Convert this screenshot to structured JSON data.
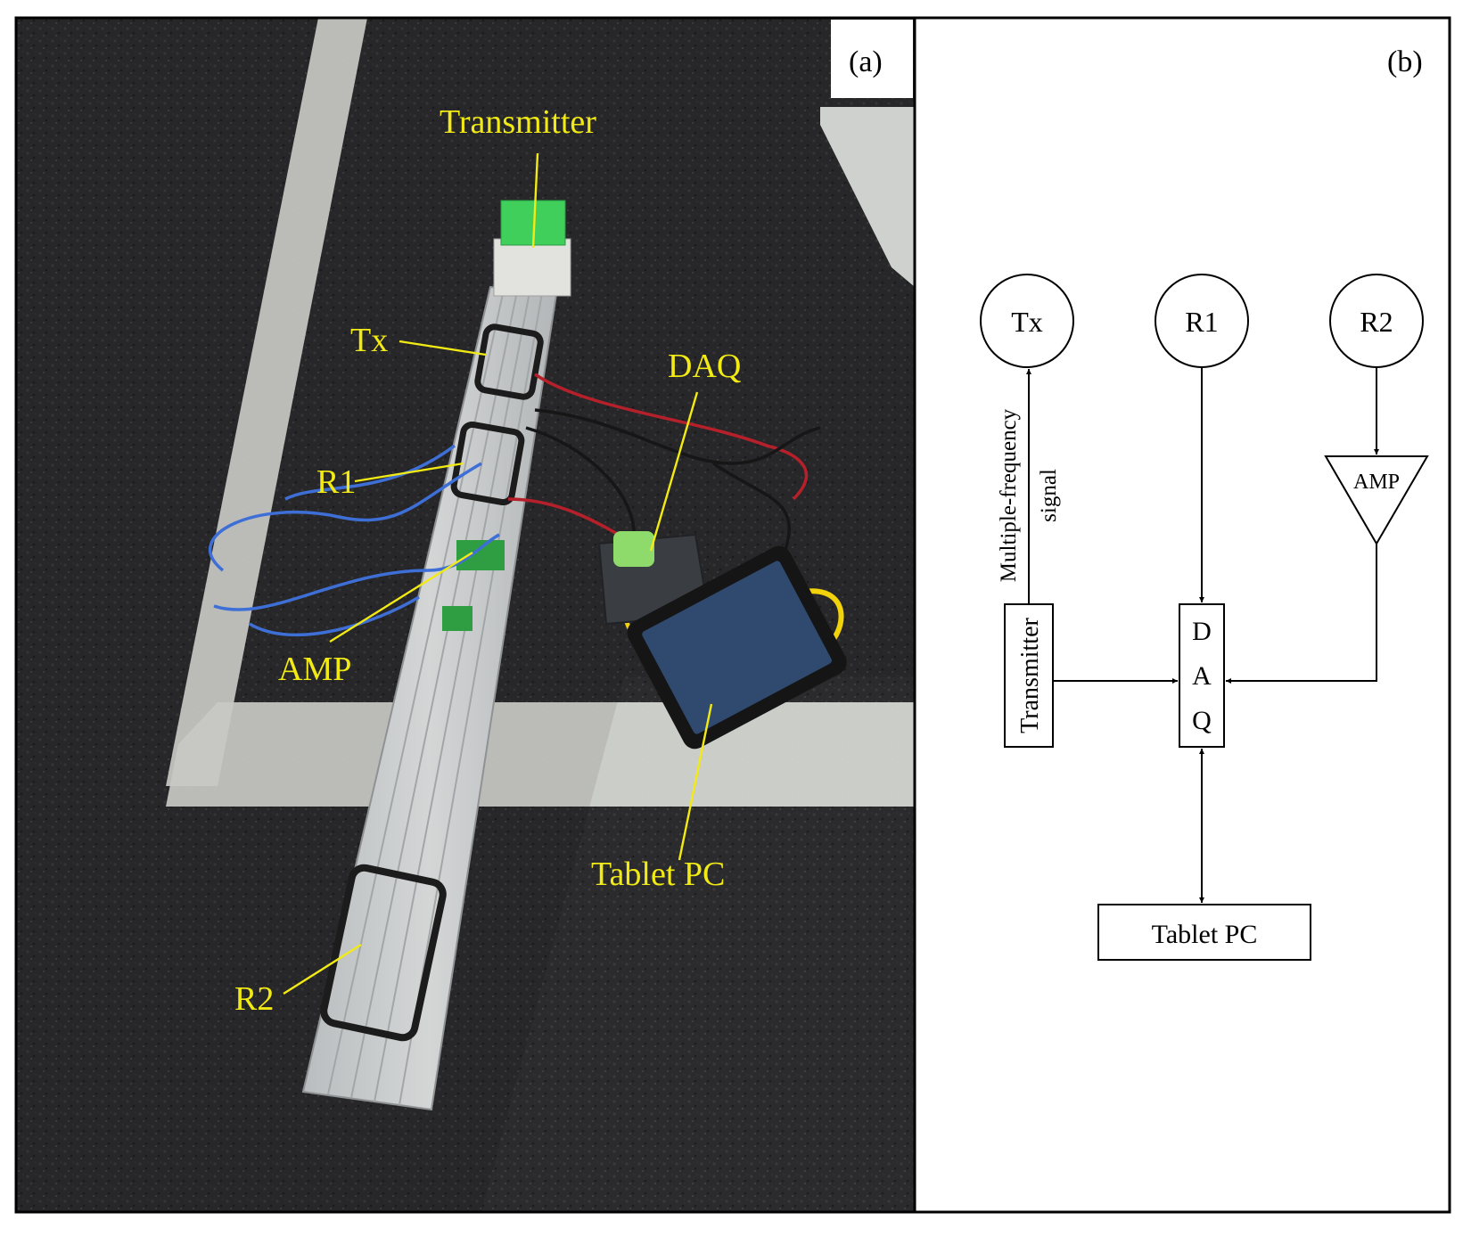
{
  "panels": {
    "a": {
      "label": "(a)",
      "callouts": {
        "transmitter": "Transmitter",
        "tx": "Tx",
        "daq": "DAQ",
        "r1": "R1",
        "amp": "AMP",
        "tablet": "Tablet PC",
        "r2": "R2"
      }
    },
    "b": {
      "label": "(b)",
      "nodes": {
        "tx": "Tx",
        "r1": "R1",
        "r2": "R2",
        "amp": "AMP",
        "transmitter": "Transmitter",
        "daq": [
          "D",
          "A",
          "Q"
        ],
        "tablet": "Tablet PC"
      },
      "edge_label": [
        "Multiple-frequency",
        "signal"
      ]
    }
  },
  "colors": {
    "callout": "#f2ea14",
    "asphalt": "#2a2a2c",
    "lane_marking": "#d9dbd6",
    "transmitter_box": "#3fcf5a"
  }
}
